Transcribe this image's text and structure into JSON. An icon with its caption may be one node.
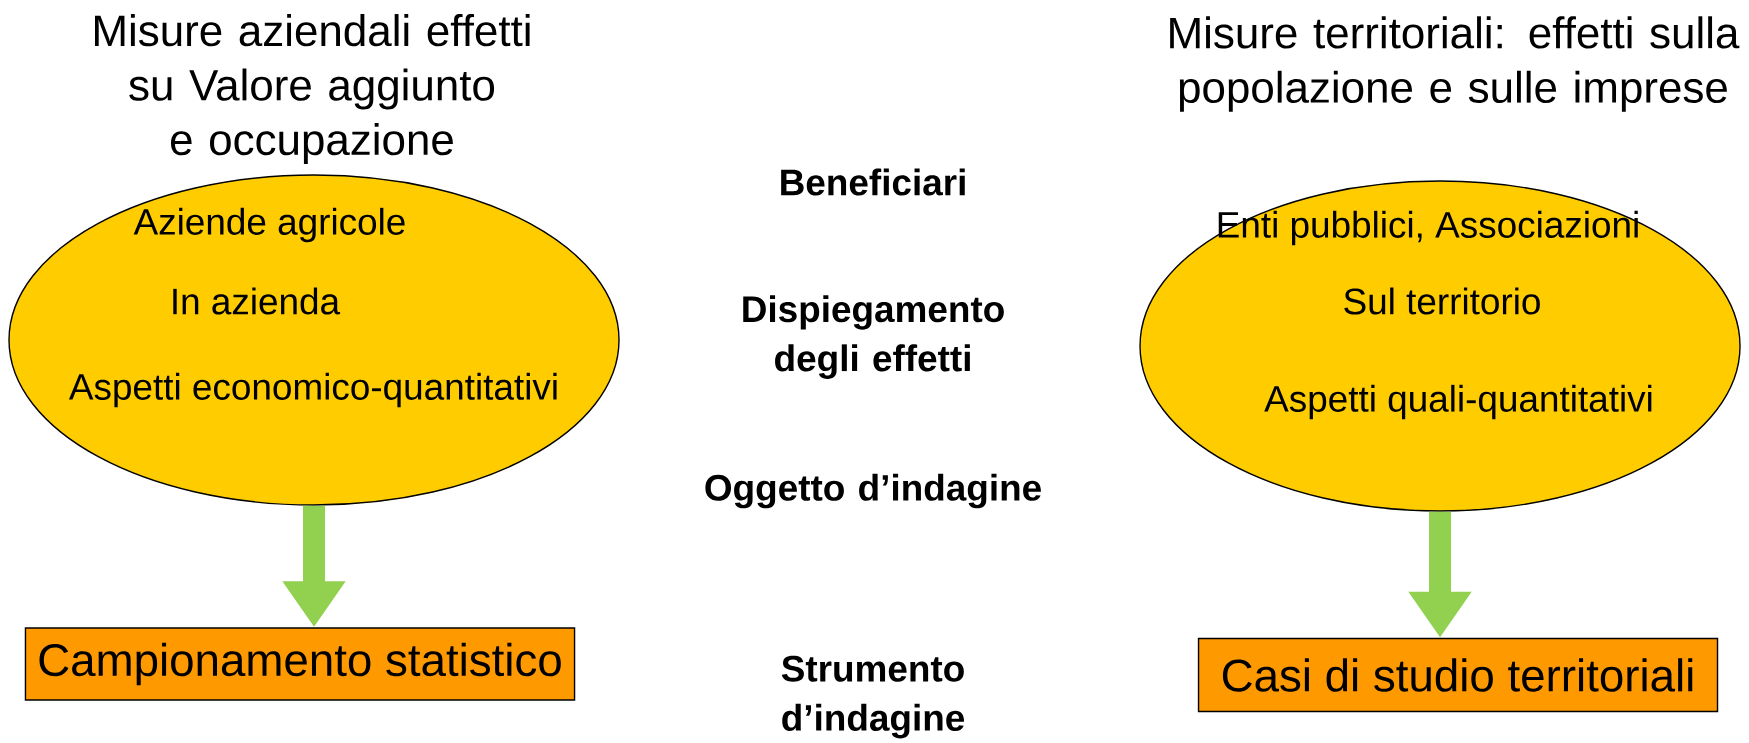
{
  "diagram": {
    "nodes": [
      {
        "text": [
          "Misure aziendali effetti su Valore aggiunto e occupazione",
          "Aziende agricole",
          "In azienda",
          "Aspetti economico-quantitativi"
        ]
      },
      {
        "text": [
          "Campionamento statistico"
        ]
      },
      {
        "text": [
          "Misure territoriali: effetti sulla popolazione e sulle imprese",
          "Enti pubblici, Associazioni",
          "Sul territorio",
          "Aspetti quali-quantitativi"
        ]
      },
      {
        "text": [
          "Casi di studio territoriali"
        ]
      }
    ],
    "edges": [
      {
        "from": 0,
        "to": 1,
        "arrow": "to"
      },
      {
        "from": 2,
        "to": 3,
        "arrow": "to"
      }
    ],
    "labels": [
      "Beneficiari",
      "Dispiegamento degli effetti",
      "Oggetto d’indagine",
      "Strumento d’indagine"
    ]
  }
}
